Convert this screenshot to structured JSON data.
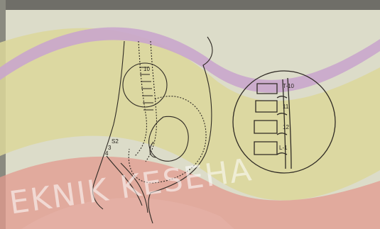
{
  "diagram": {
    "main_figure": {
      "labels": {
        "spine_upper": "10",
        "sacral": "S2",
        "sacral_3": "3",
        "sacral_4": "4"
      }
    },
    "inset": {
      "labels": [
        "T-10",
        "11",
        "12",
        "L-1"
      ]
    }
  },
  "watermark": {
    "text": "EKNIK KESEHA",
    "colors": {
      "purple_band": "#c9a6cc",
      "yellow_band": "#dcd79a",
      "red_band": "#e39a8e"
    }
  }
}
